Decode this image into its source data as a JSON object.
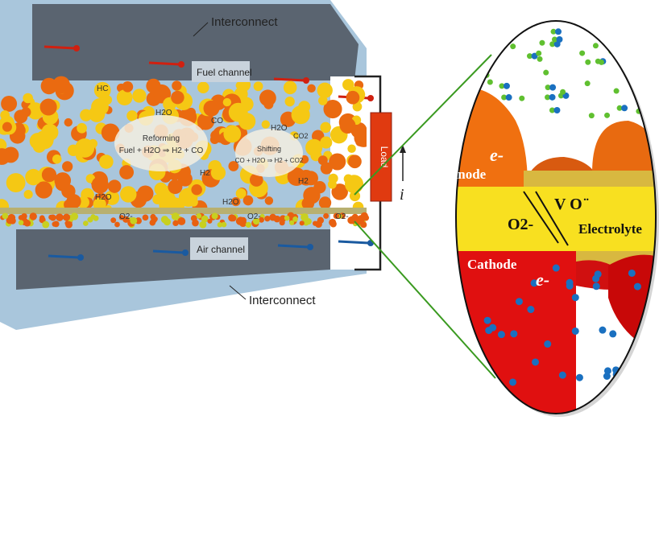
{
  "labels": {
    "interconnect_top": "Interconnect",
    "interconnect_bottom": "Interconnect",
    "fuel_channel": "Fuel channel",
    "air_channel": "Air channel",
    "load": "Load",
    "current": "i",
    "hc": "HC",
    "h2o_a": "H2O",
    "h2o_b": "H2O",
    "h2o_c": "H2O",
    "h2o_d": "H2O",
    "co": "CO",
    "co2": "CO2",
    "h2_a": "H2",
    "h2_b": "H2",
    "o2_a": "O2-",
    "o2_b": "O2-",
    "o2_c": "O2-",
    "reforming_title": "Reforming",
    "reforming_eq": "Fuel + H2O ⇒ H2 + CO",
    "shifting_title": "Shifting",
    "shifting_eq": "CO + H2O ⇒ H2 + CO2",
    "anode": "Anode",
    "cathode": "Cathode",
    "electrolyte": "Electrolyte",
    "electron_top": "e-",
    "electron_bottom": "e-",
    "oxide_ion": "O2-",
    "vacancy": "V O ̈"
  },
  "colors": {
    "anode": "#f07010",
    "electrolyte": "#f8e020",
    "cathode": "#e01010",
    "interconnect": "#5a6470",
    "frame": "#a9c6dc",
    "fuel_arrow": "#d02010",
    "air_arrow": "#1a5aa0",
    "fuel_molecule": "#60c030",
    "air_molecule": "#1a70c0",
    "zoom_line": "#3a9a20"
  }
}
